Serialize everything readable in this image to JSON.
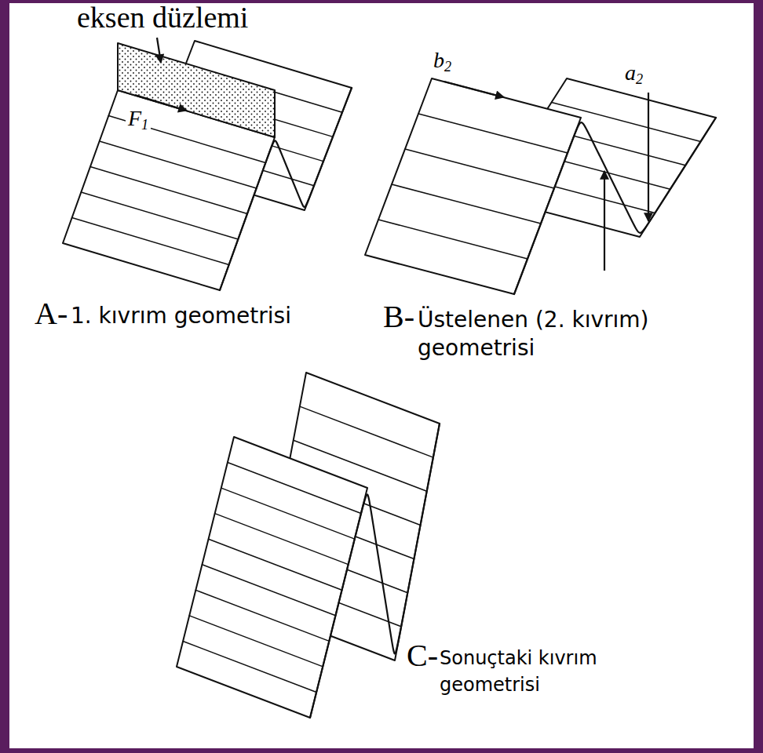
{
  "diagram": {
    "labels": [
      "eksen düzlemi",
      "F1",
      "b2",
      "a2",
      "A-",
      "1. kıvrım geometrisi",
      "B-",
      "Üstelenen (2. kıvrım) geometrisi",
      "C-",
      "Sonuçtaki kıvrım geometrisi"
    ]
  }
}
